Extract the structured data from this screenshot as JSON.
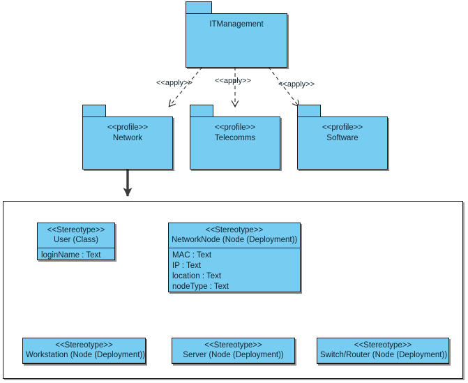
{
  "diagram": {
    "type": "uml-profile-diagram",
    "colors": {
      "fill": "#77ccf2",
      "stroke": "#1a1a1a",
      "panel_fill": "#ffffff",
      "thick_arrow": "#3b3b3b",
      "text": "#10232e"
    }
  },
  "root_package": {
    "name": "ITManagement"
  },
  "profiles": [
    {
      "stereotype": "<<profile>>",
      "name": "Network"
    },
    {
      "stereotype": "<<profile>>",
      "name": "Telecomms"
    },
    {
      "stereotype": "<<profile>>",
      "name": "Software"
    }
  ],
  "relationships": {
    "apply_label": "<<apply>>",
    "apply_labels": [
      "<<apply>>",
      "<<apply>>",
      "<<apply>>"
    ]
  },
  "stereotype_keyword": "<<Stereotype>>",
  "elements": {
    "user": {
      "stereotype": "<<Stereotype>>",
      "name": "User (Class)",
      "attributes": [
        "loginName : Text"
      ]
    },
    "network_node": {
      "stereotype": "<<Stereotype>>",
      "name": "NetworkNode (Node (Deployment))",
      "attributes": [
        "MAC : Text",
        "IP : Text",
        "location : Text",
        "nodeType : Text"
      ]
    },
    "workstation": {
      "stereotype": "<<Stereotype>>",
      "name": "Workstation (Node (Deployment))",
      "attributes": []
    },
    "server": {
      "stereotype": "<<Stereotype>>",
      "name": "Server (Node (Deployment))",
      "attributes": []
    },
    "switch_router": {
      "stereotype": "<<Stereotype>>",
      "name": "Switch/Router (Node (Deployment))",
      "attributes": []
    }
  }
}
